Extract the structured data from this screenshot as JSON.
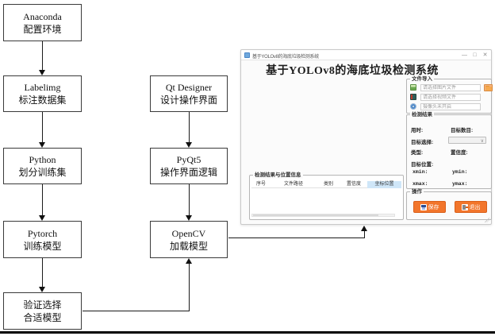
{
  "flowchart": {
    "left": [
      {
        "title": "Anaconda",
        "subtitle": "配置环境"
      },
      {
        "title": "Labelimg",
        "subtitle": "标注数据集"
      },
      {
        "title": "Python",
        "subtitle": "划分训练集"
      },
      {
        "title": "Pytorch",
        "subtitle": "训练模型"
      },
      {
        "title": "验证选择",
        "subtitle": "合适模型"
      }
    ],
    "middle": [
      {
        "title": "Qt Designer",
        "subtitle": "设计操作界面"
      },
      {
        "title": "PyQt5",
        "subtitle": "操作界面逻辑"
      },
      {
        "title": "OpenCV",
        "subtitle": "加载模型"
      }
    ]
  },
  "window": {
    "titlebar": {
      "title": "基于YOLOv8的海底垃圾检测系统",
      "minimize": "—",
      "maximize": "□",
      "close": "✕"
    },
    "heading": "基于YOLOv8的海底垃圾检测系统",
    "file_import": {
      "title": "文件导入",
      "image_placeholder": "请选择图片文件",
      "video_placeholder": "请选择视频文件",
      "camera_placeholder": "摄像头未开启"
    },
    "detection": {
      "title": "检测结果",
      "time_label": "用时:",
      "count_label": "目标数目:",
      "select_label": "目标选择:",
      "type_label": "类型:",
      "confidence_label": "置信度:",
      "position_label": "目标位置:",
      "xmin_label": "xmin:",
      "ymin_label": "ymin:",
      "xmax_label": "xmax:",
      "ymax_label": "ymax:"
    },
    "results_table": {
      "title": "检测结果与位置信息",
      "headers": [
        "序号",
        "文件路径",
        "类别",
        "置信度",
        "坐标位置"
      ]
    },
    "operations": {
      "title": "操作",
      "save_label": "保存",
      "exit_label": "退出"
    }
  },
  "colors": {
    "accent_orange": "#f2752b",
    "table_header_highlight": "#cfe6f8"
  }
}
